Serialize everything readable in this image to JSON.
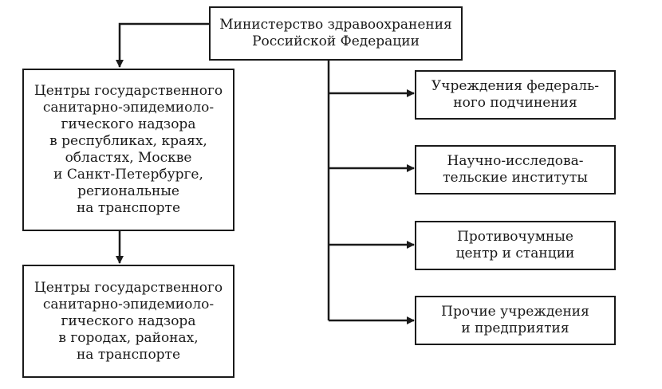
{
  "ministry": {
    "lines": [
      "Министерство здравоохранения",
      "Российской Федерации"
    ]
  },
  "regional_centers": {
    "lines": [
      "Центры государственного",
      "санитарно-эпидемиоло-",
      "гического надзора",
      "в республиках, краях,",
      "областях, Москве",
      "и Санкт-Петербурге,",
      "региональные",
      "на транспорте"
    ]
  },
  "local_centers": {
    "lines": [
      "Центры государственного",
      "санитарно-эпидемиоло-",
      "гического надзора",
      "в городах, районах,",
      "на транспорте"
    ]
  },
  "branches": [
    {
      "lines": [
        "Учреждения федераль-",
        "ного подчинения"
      ]
    },
    {
      "lines": [
        "Научно-исследова-",
        "тельские институты"
      ]
    },
    {
      "lines": [
        "Противочумные",
        "центр и станции"
      ]
    },
    {
      "lines": [
        "Прочие учреждения",
        "и предприятия"
      ]
    }
  ],
  "colors": {
    "line": "#1a1a1a",
    "background": "#ffffff"
  }
}
